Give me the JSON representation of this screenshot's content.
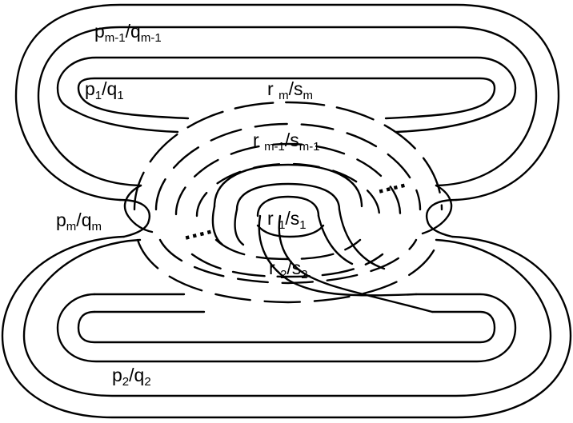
{
  "labels": {
    "pm1": {
      "num": "p",
      "num_sub": "m-1",
      "den": "q",
      "den_sub": "m-1"
    },
    "p1": {
      "num": "p",
      "num_sub": "1",
      "den": "q",
      "den_sub": "1"
    },
    "rm": {
      "num": "r ",
      "num_sub": "m",
      "den": "s",
      "den_sub": "m"
    },
    "rm1": {
      "num": "r ",
      "num_sub": "m-1",
      "den": "s",
      "den_sub": "m-1"
    },
    "pm": {
      "num": "p",
      "num_sub": "m",
      "den": "q",
      "den_sub": "m"
    },
    "r1": {
      "num": "r ",
      "num_sub": "1",
      "den": "s",
      "den_sub": "1"
    },
    "r2": {
      "num": "r ",
      "num_sub": "2",
      "den": "s",
      "den_sub": "2"
    },
    "p2": {
      "num": "p",
      "num_sub": "2",
      "den": "q",
      "den_sub": "2"
    }
  },
  "dots": {
    "left": "....",
    "right": "...."
  },
  "colors": {
    "stroke": "#000000",
    "background": "#ffffff"
  }
}
